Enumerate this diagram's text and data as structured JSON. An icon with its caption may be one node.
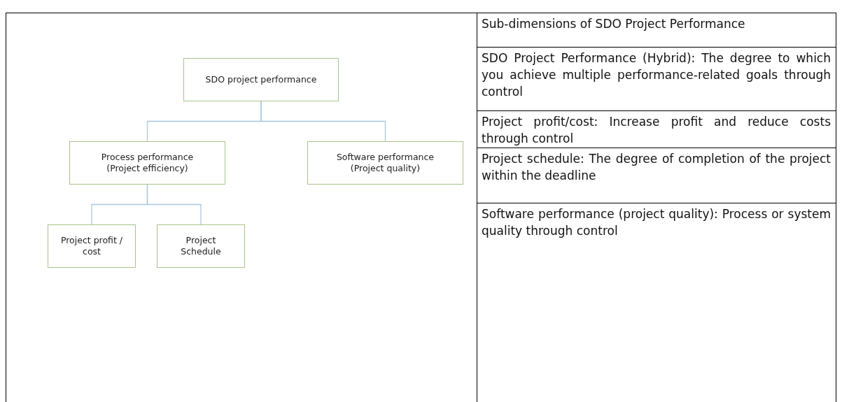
{
  "diagram": {
    "nodes": [
      {
        "text": [
          "SDO project performance"
        ]
      },
      {
        "text": [
          "Process performance (Project efficiency)"
        ]
      },
      {
        "text": [
          "Software performance (Project quality)"
        ]
      },
      {
        "text": [
          "Project profit / cost"
        ]
      },
      {
        "text": [
          "Project Schedule"
        ]
      }
    ],
    "edges": [
      {
        "from": 0,
        "to": 1,
        "arrow": "none"
      },
      {
        "from": 0,
        "to": 2,
        "arrow": "none"
      },
      {
        "from": 1,
        "to": 3,
        "arrow": "none"
      },
      {
        "from": 1,
        "to": 4,
        "arrow": "none"
      }
    ],
    "labels": [
      "Sub-dimensions of SDO Project Performance",
      "SDO Project Performance (Hybrid): The degree to which you achieve multiple performance-related goals through control",
      "Project profit/cost: Increase profit and reduce costs through control",
      "Project schedule: The degree of completion of the project within the deadline",
      "Software performance (project quality): Process or system quality through control"
    ]
  }
}
